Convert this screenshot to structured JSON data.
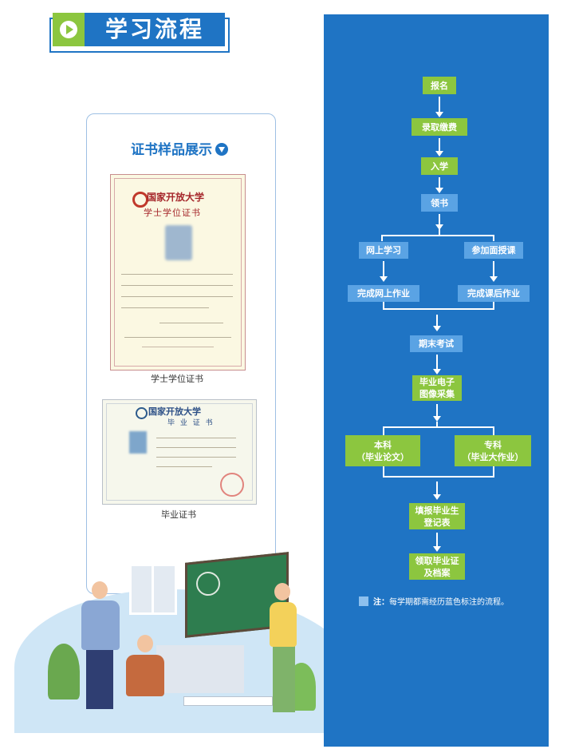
{
  "header": {
    "title": "学习流程",
    "icon": "play-icon",
    "accent_green": "#8cc63f",
    "accent_blue": "#1f74c4"
  },
  "certificates": {
    "title": "证书样品展示",
    "title_icon": "chevron-down-circle-icon",
    "bachelor": {
      "school": "国家开放大学",
      "cert_name": "学士学位证书",
      "caption": "学士学位证书"
    },
    "graduation": {
      "school": "国家开放大学",
      "cert_name": "毕 业 证 书",
      "caption": "毕业证书"
    }
  },
  "flow": {
    "steps": {
      "signup": "报名",
      "admission": "录取缴费",
      "enroll": "入学",
      "books": "领书",
      "online_study": "网上学习",
      "face_to_face": "参加面授课",
      "online_homework": "完成网上作业",
      "after_class_homework": "完成课后作业",
      "final_exam": "期末考试",
      "photo": "毕业电子\n图像采集",
      "undergrad": "本科\n（毕业论文）",
      "college": "专科\n（毕业大作业）",
      "register": "填报毕业生\n登记表",
      "diploma": "领取毕业证\n及档案"
    },
    "note_label": "注：",
    "note_text": "每学期都需经历蓝色标注的流程。",
    "colors": {
      "panel": "#1f74c4",
      "step": "#8cc63f",
      "highlight": "#5aa3e4"
    }
  }
}
